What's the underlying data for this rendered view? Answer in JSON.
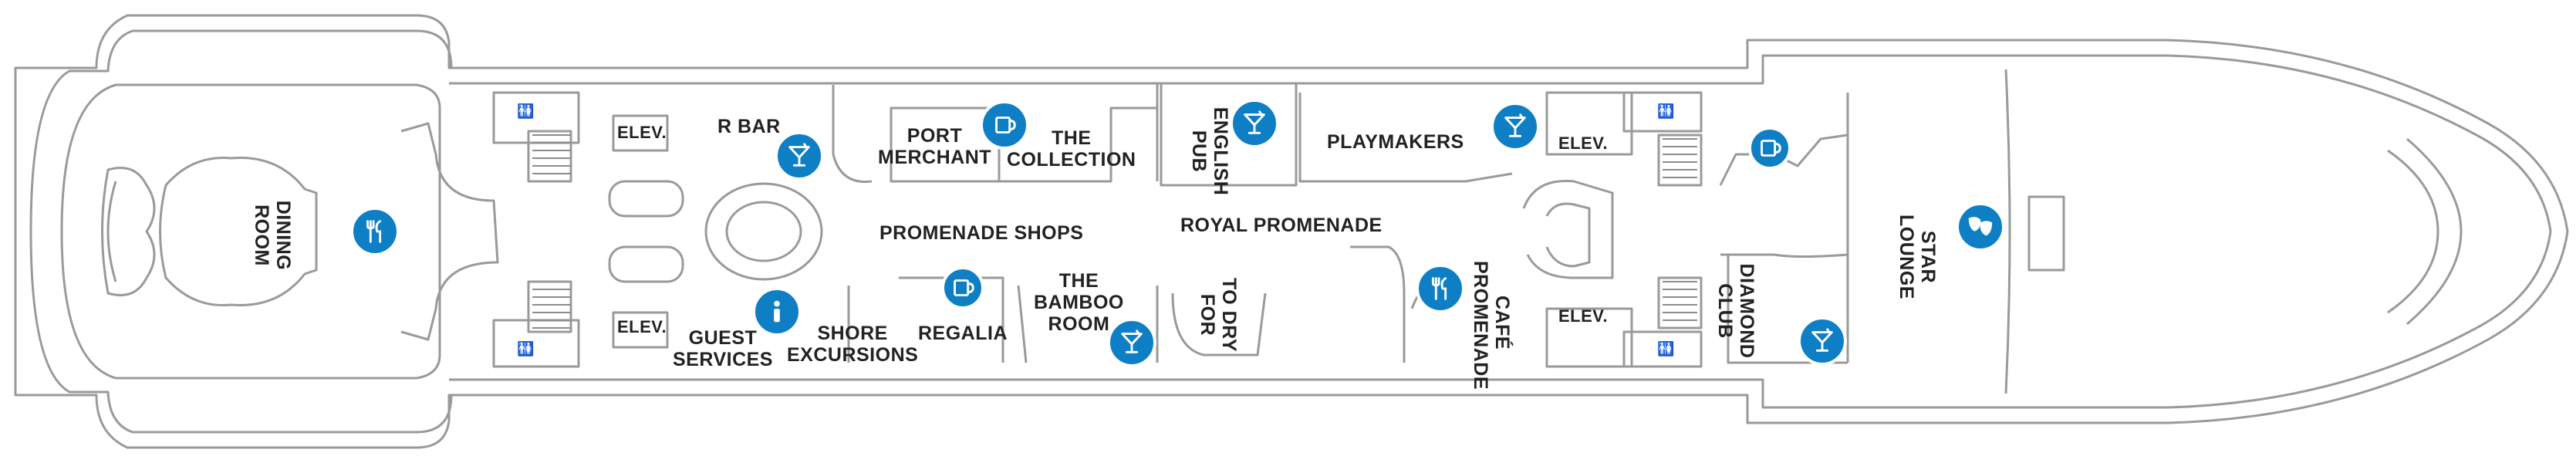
{
  "colors": {
    "hull": "#9a9a9a",
    "line": "#8c8c8c",
    "icon": "#0e7fc4",
    "text": "#222222"
  },
  "venues": {
    "dining_room": "DINING\nROOM",
    "r_bar": "R BAR",
    "port_merchant": "PORT\nMERCHANT",
    "the_collection": "THE\nCOLLECTION",
    "english_pub": "ENGLISH\nPUB",
    "playmakers": "PLAYMAKERS",
    "promenade_shops": "PROMENADE SHOPS",
    "royal_promenade": "ROYAL   PROMENADE",
    "guest_services": "GUEST\nSERVICES",
    "shore_excursions": "SHORE\nEXCURSIONS",
    "regalia": "REGALIA",
    "bamboo_room": "THE\nBAMBOO\nROOM",
    "to_dry_for": "TO DRY\nFOR",
    "cafe_promenade": "CAFÉ\nPROMENADE",
    "diamond_club": "DIAMOND\nCLUB",
    "star_lounge": "STAR LOUNGE"
  },
  "elevators": {
    "label": "ELEV."
  },
  "icons": {
    "dining": "dining-icon",
    "bar": "cocktail-icon",
    "coffee": "coffee-cup-icon",
    "info": "info-icon",
    "theater": "theater-masks-icon",
    "restroom": "restroom-icon"
  }
}
